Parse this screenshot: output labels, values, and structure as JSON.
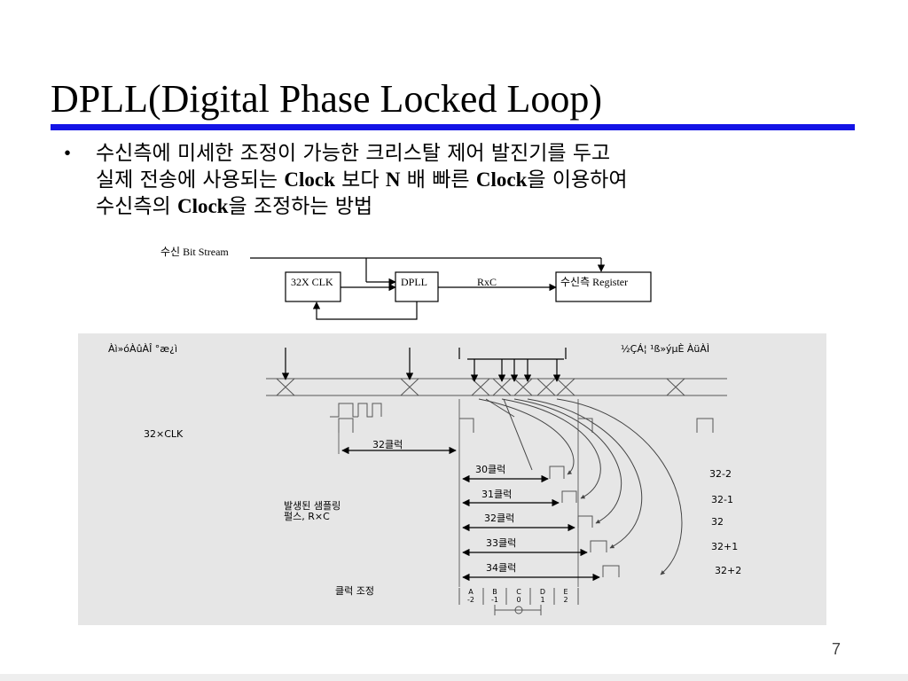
{
  "slide": {
    "title": "DPLL(Digital Phase Locked Loop)",
    "bullet": {
      "marker": "•",
      "line1": "수신측에 미세한 조정이 가능한 크리스탈 제어 발진기를 두고",
      "line2_a": "실제 전송에 사용되는 ",
      "line2_b": "Clock",
      "line2_c": " 보다 ",
      "line2_d": "N",
      "line2_e": " 배 빠른 ",
      "line2_f": "Clock",
      "line2_g": "을 이용하여",
      "line3_a": "수신측의 ",
      "line3_b": "Clock",
      "line3_c": "을 조정하는 방법"
    },
    "page_number": "7"
  },
  "block_diagram": {
    "input_label": "수신 Bit Stream",
    "clk_box": "32X CLK",
    "dpll_box": "DPLL",
    "rxc_label": "RxC",
    "register_box": "수신측 Register"
  },
  "timing_diagram": {
    "top_left_label": "Àì»óÀûÀÎ °æ¿ì",
    "top_right_label": "½ÇÁ¦ ¹ß»ýµÈ ÀüÀÌ",
    "clk_label": "32×CLK",
    "count_main": "32클럭",
    "pulse_label_line1": "발생된 샘플링",
    "pulse_label_line2": "펄스, R×C",
    "rows": [
      {
        "count": "30클럭",
        "tag": "32-2"
      },
      {
        "count": "31클럭",
        "tag": "32-1"
      },
      {
        "count": "32클럭",
        "tag": "32"
      },
      {
        "count": "33클럭",
        "tag": "32+1"
      },
      {
        "count": "34클럭",
        "tag": "32+2"
      }
    ],
    "adjust_label": "클럭 조정",
    "regions": [
      {
        "letter": "A",
        "offset": "-2"
      },
      {
        "letter": "B",
        "offset": "-1"
      },
      {
        "letter": "C",
        "offset": "0"
      },
      {
        "letter": "D",
        "offset": "1"
      },
      {
        "letter": "E",
        "offset": "2"
      }
    ]
  },
  "colors": {
    "rule": "#1414e6",
    "diagram_bg": "#e6e6e6"
  }
}
